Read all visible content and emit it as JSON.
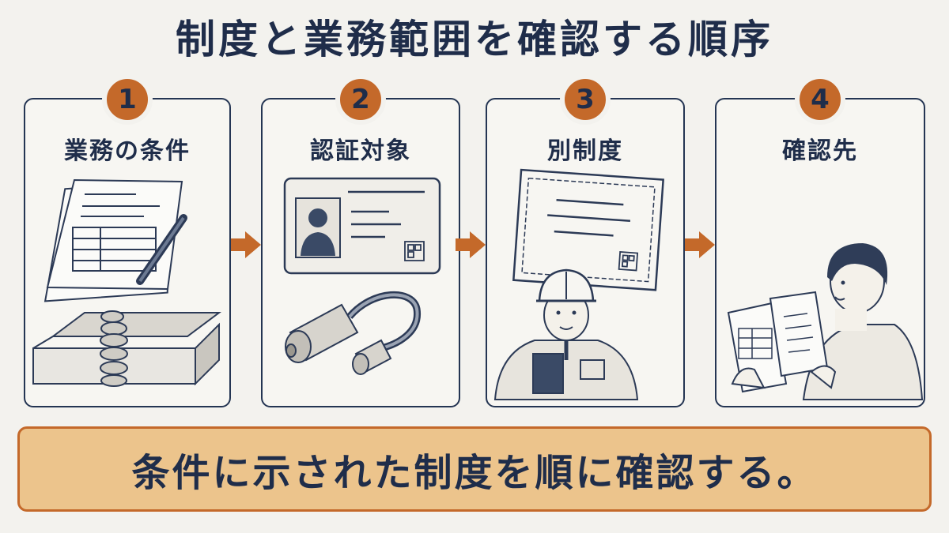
{
  "title": "制度と業務範囲を確認する順序",
  "steps": [
    {
      "number": "1",
      "label": "業務の条件"
    },
    {
      "number": "2",
      "label": "認証対象"
    },
    {
      "number": "3",
      "label": "別制度"
    },
    {
      "number": "4",
      "label": "確認先"
    }
  ],
  "banner": "条件に示された制度を順に確認する。",
  "colors": {
    "accent": "#c4692a",
    "ink": "#1f2d4a",
    "banner_fill": "#ecc48c",
    "background": "#f3f2ee"
  }
}
